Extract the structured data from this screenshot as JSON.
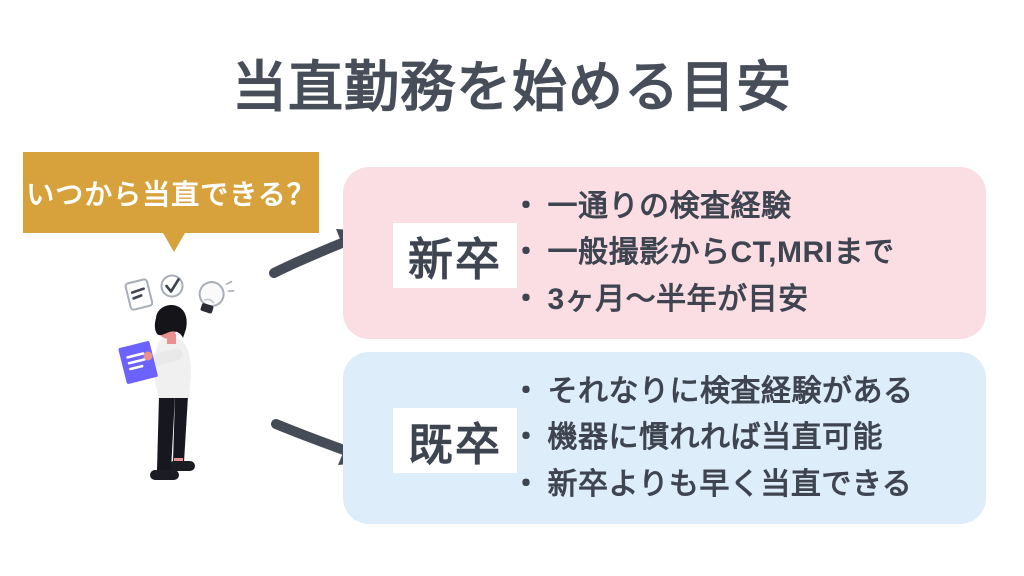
{
  "title": "当直勤務を始める目安",
  "speech_bubble": {
    "text": "いつから当直できる？"
  },
  "bullet_char": "・",
  "groups": [
    {
      "label": "新卒",
      "items": [
        "一通りの検査経験",
        "一般撮影からCT,MRIまで",
        "3ヶ月〜半年が目安"
      ]
    },
    {
      "label": "既卒",
      "items": [
        "それなりに検査経験がある",
        "機器に慣れれば当直可能",
        "新卒よりも早く当直できる"
      ]
    }
  ],
  "illustration": {
    "figure": "person-reading-book",
    "icons": [
      "note-icon",
      "check-circle-icon",
      "lightbulb-icon"
    ]
  },
  "colors": {
    "title_text": "#474d59",
    "body_text": "#3f4550",
    "bubble_bg": "#d7a23b",
    "bubble_text": "#ffffff",
    "card_shinsotsu_bg": "#fbdde4",
    "card_kisotsu_bg": "#ddedf9",
    "label_bg": "#ffffff",
    "arrow": "#454b57",
    "book": "#6c63ff",
    "skin": "#e9918f"
  }
}
